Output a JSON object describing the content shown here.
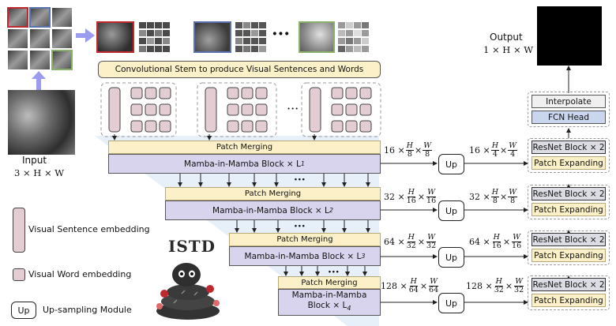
{
  "input": {
    "label": "Input",
    "dims": "3 × H × W"
  },
  "output": {
    "label": "Output",
    "dims": "1 × H × W"
  },
  "stem": {
    "label": "Convolutional Stem to produce Visual Sentences and Words"
  },
  "dots": "···",
  "stages": [
    {
      "merge": "Patch Merging",
      "mamba": "Mamba-in-Mamba Block × L",
      "sub": "1",
      "dim_left": {
        "c": "16",
        "h": "8",
        "w": "8"
      },
      "dim_right": {
        "c": "16",
        "h": "4",
        "w": "4"
      }
    },
    {
      "merge": "Patch Merging",
      "mamba": "Mamba-in-Mamba Block × L",
      "sub": "2",
      "dim_left": {
        "c": "32",
        "h": "16",
        "w": "16"
      },
      "dim_right": {
        "c": "32",
        "h": "8",
        "w": "8"
      }
    },
    {
      "merge": "Patch Merging",
      "mamba": "Mamba-in-Mamba Block × L",
      "sub": "3",
      "dim_left": {
        "c": "64",
        "h": "32",
        "w": "32"
      },
      "dim_right": {
        "c": "64",
        "h": "16",
        "w": "16"
      }
    },
    {
      "merge": "Patch Merging",
      "mamba_l1": "Mamba-in-Mamba",
      "mamba_l2": "Block × L",
      "sub": "4",
      "dim_left": {
        "c": "128",
        "h": "64",
        "w": "64"
      },
      "dim_right": {
        "c": "128",
        "h": "32",
        "w": "32"
      }
    }
  ],
  "decoder": {
    "resnet": "ResNet Block × 2",
    "expand": "Patch Expanding",
    "fcn": "FCN Head",
    "interpolate": "Interpolate"
  },
  "up_label": "Up",
  "legend": {
    "sentence": "Visual Sentence embedding",
    "word": "Visual Word embedding",
    "up_box": "Up",
    "upsampling": "Up-sampling Module"
  },
  "logo": {
    "text": "ISTD"
  },
  "colors": {
    "mamba": "#d9d4ee",
    "merge": "#fbf0c8",
    "sentence": "#e3cdd2",
    "fcn": "#c9d6ee",
    "red": "#c0282e",
    "blue": "#5a72b0",
    "green": "#88b06a"
  },
  "math": {
    "H": "H",
    "W": "W"
  }
}
